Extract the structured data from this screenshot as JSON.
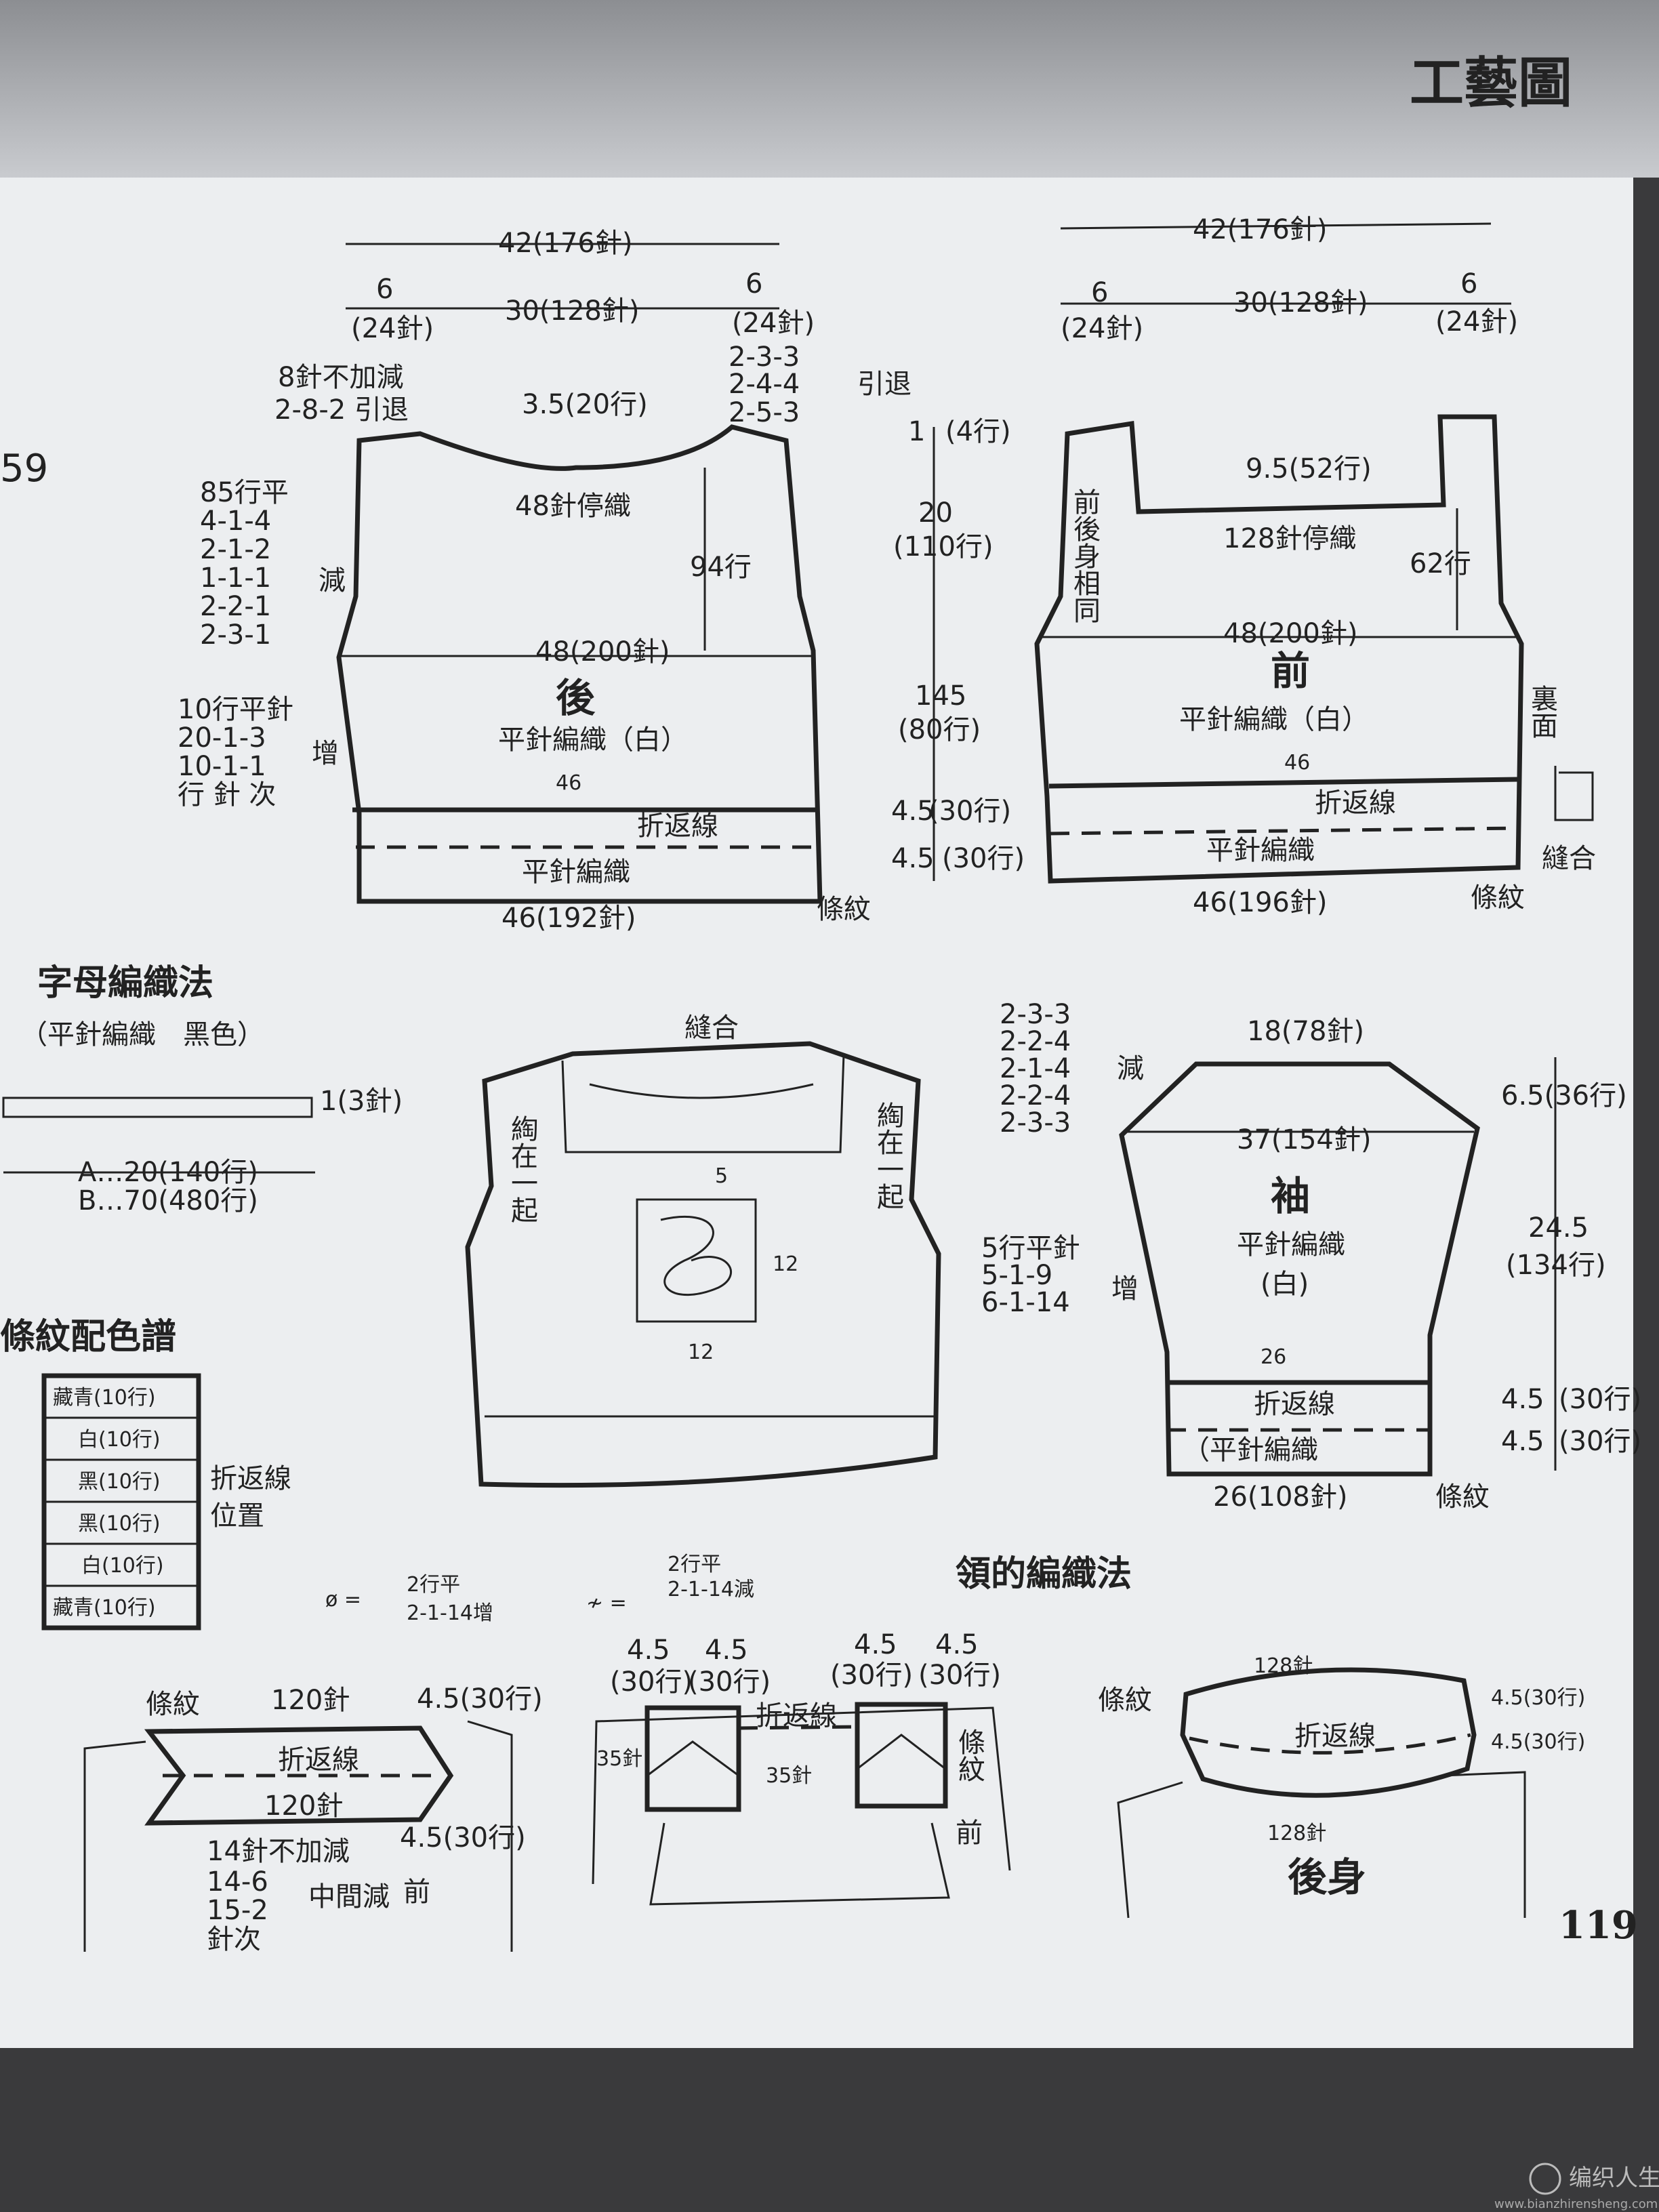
{
  "header": {
    "section_title": "工藝圖",
    "page_number_left": "59",
    "page_number": "119"
  },
  "watermark": {
    "text": "编织人生",
    "url": "www.bianzhirensheng.com"
  },
  "back_piece": {
    "width_top": "42(176針)",
    "shoulder_left": "6",
    "shoulder_left_sts": "(24針)",
    "neck": "30(128針)",
    "shoulder_right": "6",
    "shoulder_right_sts": "(24針)",
    "shoulder_note_1": "8針不加減",
    "shoulder_note_2": "2-8-2 引退",
    "neck_depth": "3.5(20行)",
    "neck_rows": [
      "2-3-3",
      "2-4-4",
      "2-5-3"
    ],
    "neck_rows_label": "引退",
    "neck_bind": "48針停織",
    "armhole_rows": "94行",
    "armhole_dec": [
      "85行平",
      "4-1-4",
      "2-1-2",
      "1-1-1",
      "2-2-1",
      "2-3-1"
    ],
    "armhole_dec_label": "減",
    "chest": "48(200針)",
    "name": "後",
    "stitch": "平針編織（白）",
    "body_mark": "46",
    "side_inc": [
      "10行平針",
      "20-1-3",
      "10-1-1",
      "行 針 次"
    ],
    "side_inc_label": "增",
    "fold_line": "折返線",
    "hem_stitch": "平針編織",
    "stripe": "條紋",
    "bottom": "46(192針)"
  },
  "center_measures": {
    "top": "1",
    "top_rows": "(4行)",
    "armhole": "20",
    "armhole_rows": "(110行)",
    "body": "145",
    "body_rows": "(80行)",
    "hem1": "4.5",
    "hem1_rows": "(30行)",
    "hem2": "4.5",
    "hem2_rows": "(30行)"
  },
  "front_piece": {
    "width_top": "42(176針)",
    "shoulder_left": "6",
    "shoulder_left_sts": "(24針)",
    "neck": "30(128針)",
    "shoulder_right": "6",
    "shoulder_right_sts": "(24針)",
    "same_note": "前後身相同",
    "neck_depth": "9.5(52行)",
    "neck_bind": "128針停織",
    "neck_rows": "62行",
    "chest": "48(200針)",
    "name": "前",
    "stitch": "平針編織（白）",
    "body_mark": "46",
    "fold_line": "折返線",
    "hem_stitch": "平針編織",
    "stripe": "條紋",
    "bottom": "46(196針)",
    "side_label_top": "裏面",
    "side_label_bottom": "縫合"
  },
  "letter_knit": {
    "title": "字母編織法",
    "subtitle": "（平針編織　黑色）",
    "cord": "1(3針)",
    "a": "A…20(140行)",
    "b": "B…70(480行)"
  },
  "vest": {
    "sewn": "縫合",
    "left_note": "綯在一起",
    "right_note": "綯在一起",
    "motif_top": "5",
    "motif_side": "12",
    "motif_bottom": "12"
  },
  "sleeve": {
    "cap_dec": [
      "2-3-3",
      "2-2-4",
      "2-1-4",
      "2-2-4",
      "2-3-3"
    ],
    "cap_dec_label": "減",
    "top": "18(78針)",
    "cap_height": "6.5(36行)",
    "width": "37(154針)",
    "name": "袖",
    "stitch": "平針編織",
    "color": "(白)",
    "length": "24.5",
    "length_rows": "(134行)",
    "inc": [
      "5行平針",
      "5-1-9",
      "6-1-14"
    ],
    "inc_label": "增",
    "cuff_mark": "26",
    "fold_line": "折返線",
    "hem_stitch": "（平針編織",
    "hem1": "4.5",
    "hem1_rows": "(30行)",
    "hem2": "4.5",
    "hem2_rows": "(30行)",
    "bottom": "26(108針)",
    "stripe": "條紋"
  },
  "stripe_chart": {
    "title": "條紋配色譜",
    "rows": [
      "藏青(10行)",
      "白(10行)",
      "黑(10行)",
      "黑(10行)",
      "白(10行)",
      "藏青(10行)"
    ],
    "fold_label_1": "折返線",
    "fold_label_2": "位置"
  },
  "legend": {
    "inc_symbol": "ø =",
    "inc_text_1": "2行平",
    "inc_text_2": "2-1-14增",
    "dec_symbol": "≁ =",
    "dec_text_1": "2行平",
    "dec_text_2": "2-1-14減"
  },
  "neck_knit": {
    "title": "領的編織法",
    "a": {
      "stripe": "條紋",
      "top": "120針",
      "bottom": "120針",
      "height1": "4.5(30行)",
      "height2": "4.5(30行)",
      "fold": "折返線",
      "note": [
        "14針不加減",
        "14-6",
        "15-2",
        "針次"
      ],
      "note_label": "中間減",
      "side": "前"
    },
    "b": {
      "w1": "4.5",
      "w1r": "(30行)",
      "w2": "4.5",
      "w2r": "(30行)",
      "w3": "4.5",
      "w3r": "(30行)",
      "w4": "4.5",
      "w4r": "(30行)",
      "fold": "折返線",
      "sts1": "35針",
      "sts2": "35針",
      "stripe": "條紋",
      "side": "前"
    },
    "c": {
      "stripe": "條紋",
      "top": "128針",
      "fold": "折返線",
      "h1": "4.5(30行)",
      "h2": "4.5(30行)",
      "bottom": "128針",
      "name": "後身"
    }
  }
}
